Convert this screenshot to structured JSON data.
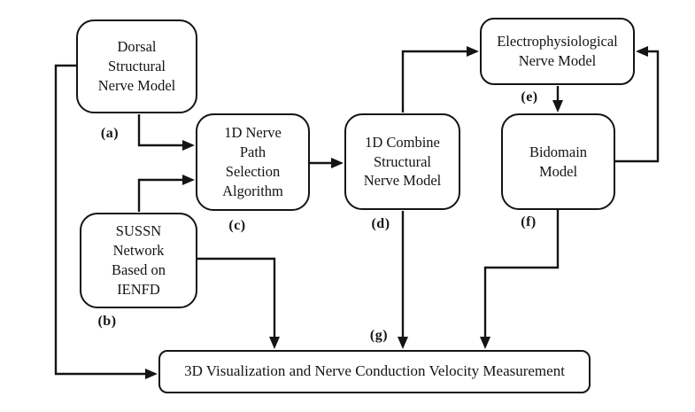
{
  "diagram": {
    "type": "flowchart",
    "nodes": {
      "a": {
        "tag": "(a)",
        "label": "Dorsal\nStructural\nNerve Model"
      },
      "b": {
        "tag": "(b)",
        "label": "SUSSN\nNetwork\nBased on\nIENFD"
      },
      "c": {
        "tag": "(c)",
        "label": "1D Nerve\nPath\nSelection\nAlgorithm"
      },
      "d": {
        "tag": "(d)",
        "label": "1D Combine\nStructural\nNerve Model"
      },
      "e": {
        "tag": "(e)",
        "label": "Electrophysiological\nNerve Model"
      },
      "f": {
        "tag": "(f)",
        "label": "Bidomain\nModel"
      },
      "g": {
        "tag": "(g)",
        "label": "3D Visualization and Nerve Conduction Velocity Measurement"
      }
    },
    "edges": [
      "a->c",
      "b->c",
      "c->d",
      "d->e",
      "e->f",
      "f->e",
      "a->g",
      "b->g",
      "d->g",
      "f->g"
    ]
  },
  "colors": {
    "line": "#141414",
    "text": "#141414",
    "background": "#ffffff"
  }
}
